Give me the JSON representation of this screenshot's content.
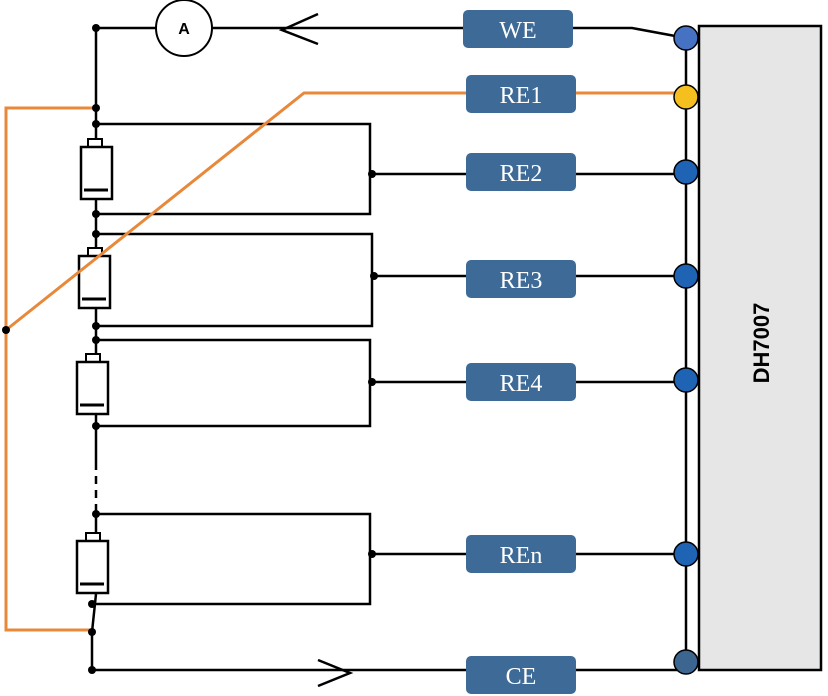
{
  "device": {
    "name": "DH7007"
  },
  "ammeter": {
    "symbol": "A"
  },
  "terminals": {
    "we": "WE",
    "re1": "RE1",
    "re2": "RE2",
    "re3": "RE3",
    "re4": "RE4",
    "ren": "REn",
    "ce": "CE"
  },
  "colors": {
    "label_fill": "#3d6a96",
    "reference_wire": "#e8883a",
    "device_fill": "#e6e6e6",
    "connector_blue": "#1f63b5",
    "connector_we": "#4672c4",
    "connector_ce": "#3c6590",
    "connector_re1": "#f5c01f"
  }
}
